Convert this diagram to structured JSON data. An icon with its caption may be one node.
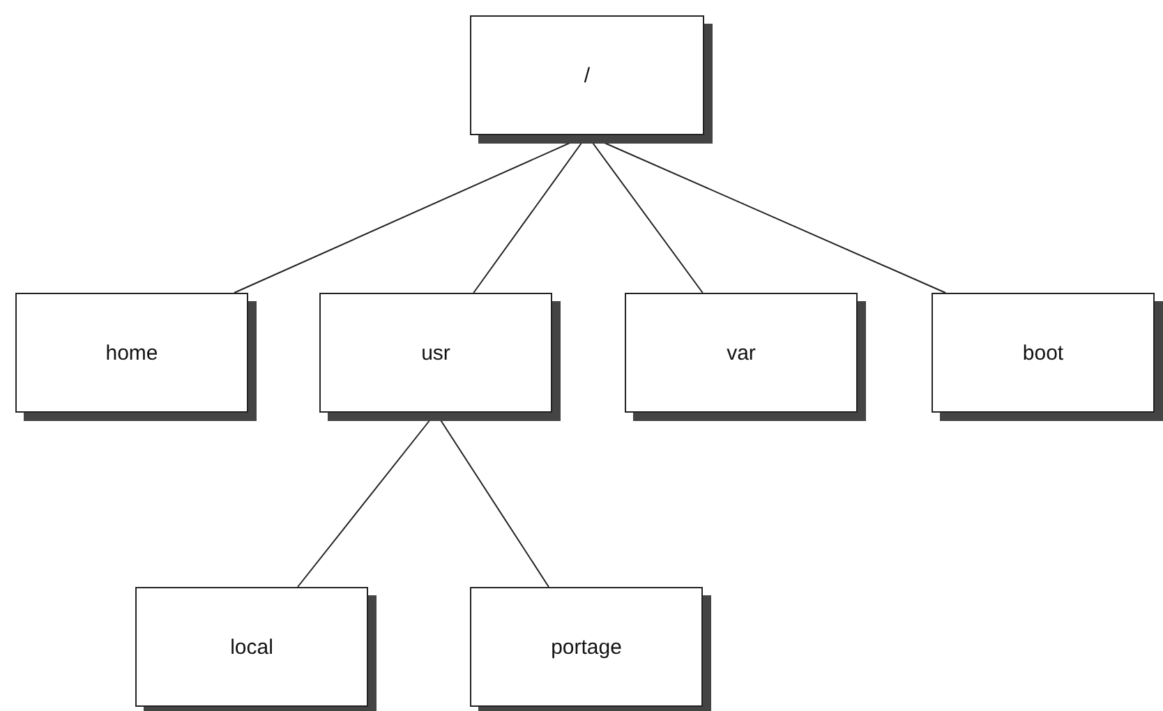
{
  "diagram": {
    "nodes": [
      {
        "text": [
          "/"
        ]
      },
      {
        "text": [
          "home"
        ]
      },
      {
        "text": [
          "usr"
        ]
      },
      {
        "text": [
          "var"
        ]
      },
      {
        "text": [
          "boot"
        ]
      },
      {
        "text": [
          "local"
        ]
      },
      {
        "text": [
          "portage"
        ]
      }
    ],
    "edges": [
      {
        "from": 0,
        "to": 1,
        "arrow": "none"
      },
      {
        "from": 0,
        "to": 2,
        "arrow": "none"
      },
      {
        "from": 0,
        "to": 3,
        "arrow": "none"
      },
      {
        "from": 0,
        "to": 4,
        "arrow": "none"
      },
      {
        "from": 2,
        "to": 5,
        "arrow": "none"
      },
      {
        "from": 2,
        "to": 6,
        "arrow": "none"
      }
    ]
  }
}
